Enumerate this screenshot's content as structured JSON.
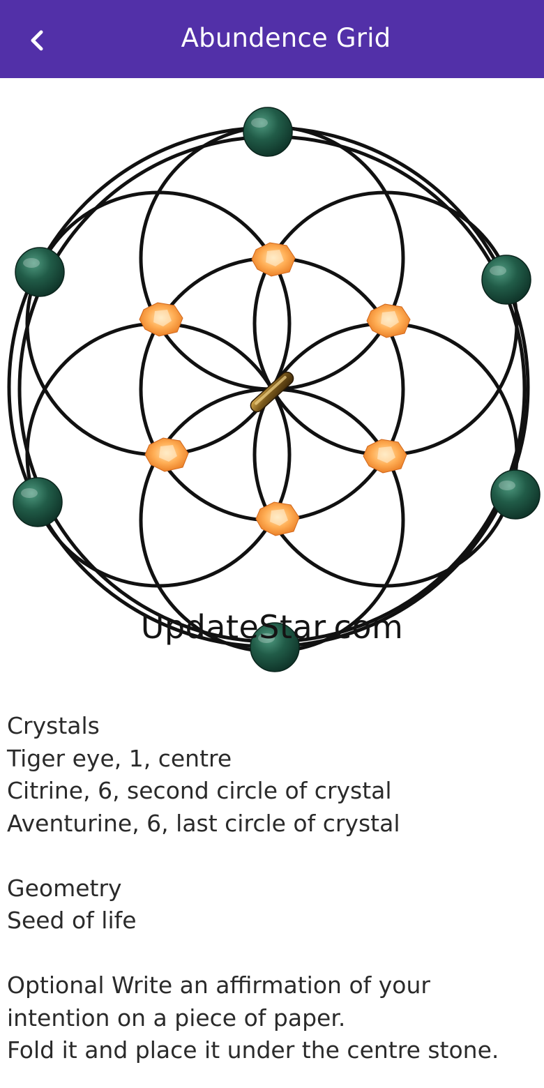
{
  "app_bar": {
    "title": "Abundence Grid",
    "back_icon": "chevron-left-icon",
    "color": "#5230a8"
  },
  "grid_image": {
    "geometry": "seed-of-life",
    "center_stone": "tiger-eye",
    "inner_stones": "citrine",
    "outer_stones": "aventurine",
    "watermark": "UpdateStar.com"
  },
  "details": {
    "crystals_heading": "Crystals",
    "crystal_lines": [
      "Tiger eye, 1, centre",
      "Citrine, 6, second circle of crystal",
      "Aventurine, 6, last circle of crystal"
    ],
    "geometry_heading": "Geometry",
    "geometry_value": "Seed of life",
    "instructions": [
      "Optional Write an affirmation of your",
      "intention on a piece of paper.",
      "Fold it and place it under the centre stone."
    ]
  }
}
